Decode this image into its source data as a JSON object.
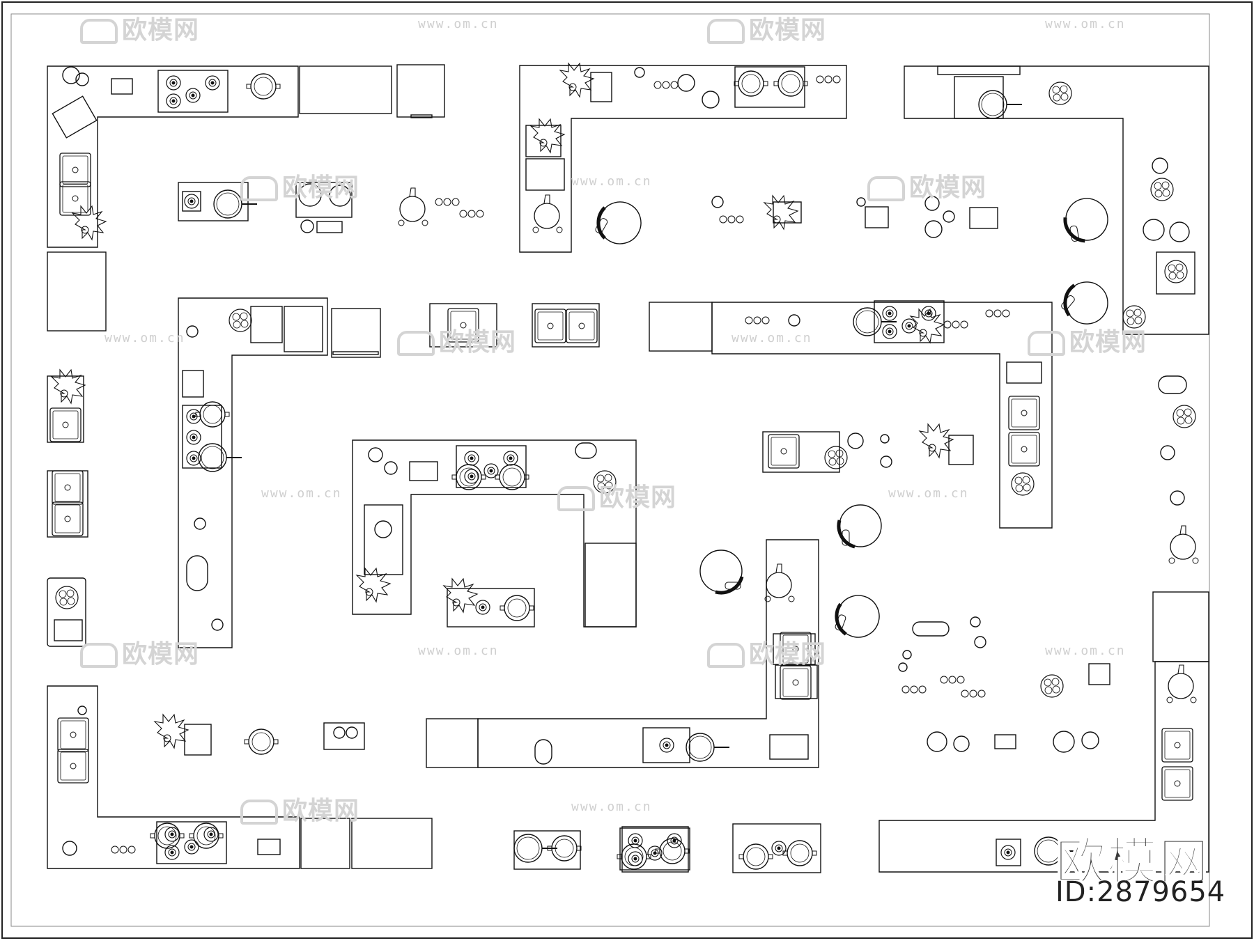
{
  "watermark": {
    "brand_text": "欧模网",
    "url_text": "www.om.cn"
  },
  "stamp": {
    "brand": "欧模网",
    "id_label": "ID:2879654"
  },
  "colors": {
    "line": "#111111",
    "watermark": "#d4d4d4",
    "background": "#ffffff"
  },
  "symbols": [
    "counter-run",
    "sink-icon",
    "cooktop-icon",
    "pan-icon",
    "chair-icon",
    "plant-icon",
    "kettle-icon",
    "bowl-icon",
    "cutting-board-icon",
    "fridge-cabinet"
  ]
}
